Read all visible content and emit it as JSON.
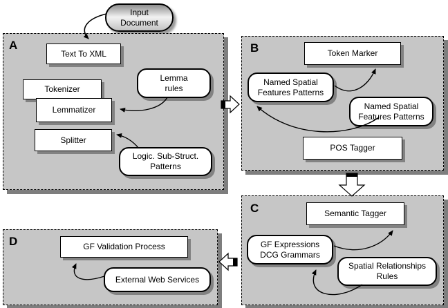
{
  "diagram": {
    "input_node": {
      "label": "Input\nDocument"
    },
    "panels": {
      "A": {
        "label": "A",
        "boxes": {
          "text_to_xml": "Text To XML",
          "tokenizer": "Tokenizer",
          "lemmatizer": "Lemmatizer",
          "splitter": "Splitter",
          "lemma_rules": "Lemma\nrules",
          "logic_substruct": "Logic. Sub-Struct.\nPatterns"
        }
      },
      "B": {
        "label": "B",
        "boxes": {
          "token_marker": "Token Marker",
          "named_spatial_1": "Named Spatial\nFeatures Patterns",
          "named_spatial_2": "Named Spatial\nFeatures Patterns",
          "pos_tagger": "POS Tagger"
        }
      },
      "C": {
        "label": "C",
        "boxes": {
          "semantic_tagger": "Semantic Tagger",
          "gf_expressions": "GF Expressions\nDCG Grammars",
          "spatial_relationships": "Spatial Relationships\nRules"
        }
      },
      "D": {
        "label": "D",
        "boxes": {
          "gf_validation": "GF Validation Process",
          "external_web_services": "External Web Services"
        }
      }
    },
    "colors": {
      "panel_fill": "#c6c6c6",
      "box_fill": "#ffffff",
      "border": "#000000",
      "shadow": "#7e7e7e"
    }
  }
}
